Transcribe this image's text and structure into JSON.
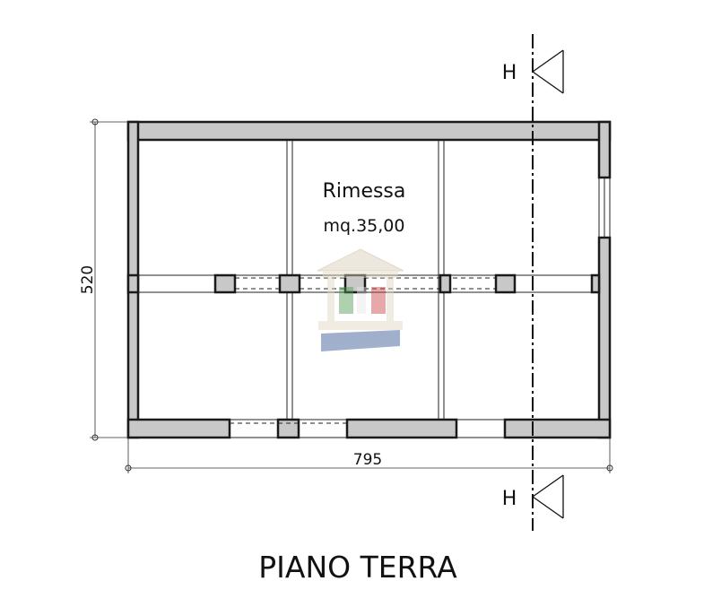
{
  "room": {
    "name": "Rimessa",
    "area": "mq.35,00"
  },
  "dimensions": {
    "width": "795",
    "height": "520"
  },
  "section": {
    "top_marker": "H",
    "bottom_marker": "H"
  },
  "title": "PIANO TERRA"
}
